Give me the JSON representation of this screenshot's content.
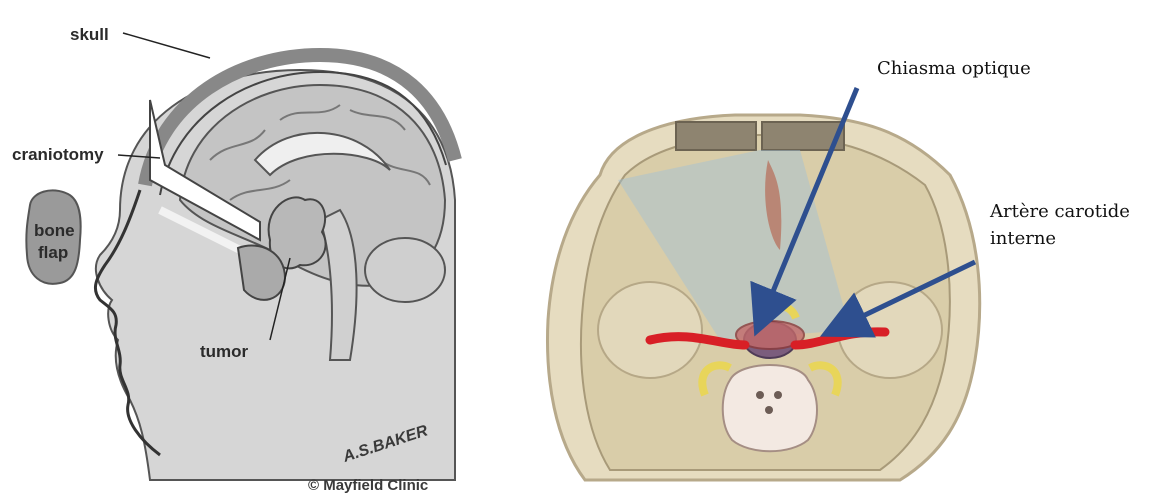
{
  "left_figure": {
    "labels": {
      "skull": "skull",
      "craniotomy": "craniotomy",
      "bone_flap_line1": "bone",
      "bone_flap_line2": "flap",
      "tumor": "tumor"
    },
    "credit": "© Mayfield Clinic",
    "signature": "A.S.BAKER"
  },
  "right_figure": {
    "labels": {
      "chiasma": "Chiasma optique",
      "carotid_line1": "Artère carotide",
      "carotid_line2": "interne"
    },
    "colors": {
      "arrow": "#2e4f8f",
      "artery": "#d81f26",
      "bone": "#e6dcc0",
      "nerve": "#e8d55a"
    }
  }
}
